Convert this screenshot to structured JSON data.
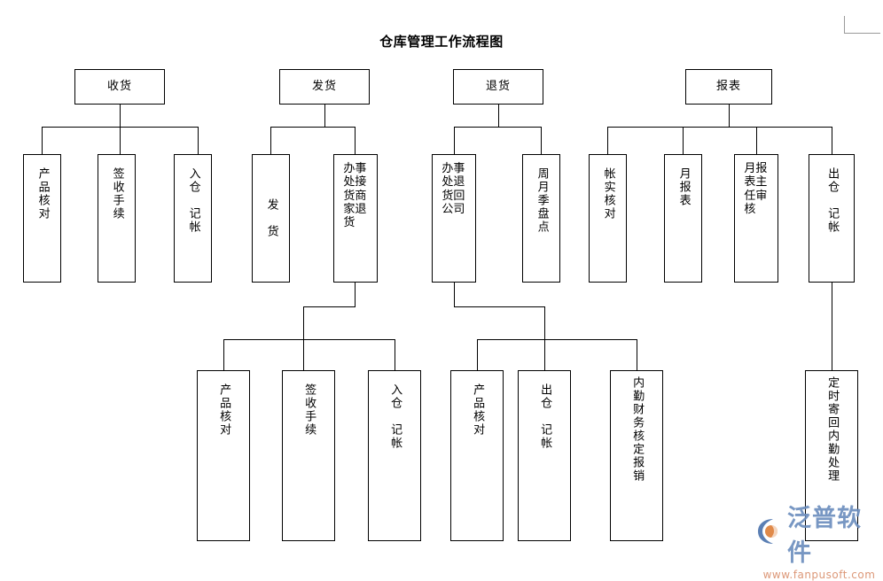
{
  "page": {
    "title": "仓库管理工作流程图",
    "background": "#ffffff",
    "line_color": "#000000",
    "corner_mark": "page-corner-mark"
  },
  "watermark": {
    "brand": "泛普软件",
    "url": "www.fanpusoft.com",
    "brand_color": "#6d8fbe",
    "url_color": "#d98d6a",
    "logo_icon": "fanpu-swirl-logo-icon"
  },
  "flowchart": {
    "type": "tree-diagram",
    "orientation": "top-down",
    "groups": [
      {
        "id": "receiving",
        "root": "收货",
        "children": [
          "产品核对",
          "签收手续",
          "入仓　记帐"
        ]
      },
      {
        "id": "shipping",
        "root": "发货",
        "children": [
          "发　货",
          "办事处接货商家退货"
        ],
        "sub_parent": "办事处接货商家退货",
        "sub_children": [
          "产品核对",
          "签收手续",
          "入仓　记帐"
        ]
      },
      {
        "id": "returns",
        "root": "退货",
        "children": [
          "办事处退货回公司",
          "周月季盘点"
        ],
        "sub_parent": "办事处退货回公司",
        "sub_children": [
          "产品核对",
          "出仓　记帐",
          "内勤财务核定报销"
        ]
      },
      {
        "id": "reports",
        "root": "报表",
        "children": [
          "帐实核对",
          "月报表",
          "月报表主任审核",
          "出仓　记帐"
        ],
        "sub_parent": "出仓　记帐",
        "sub_children": [
          "定时寄回内勤处理"
        ]
      }
    ],
    "nodes": {
      "r1": "收货",
      "r2": "发货",
      "r3": "退货",
      "r4": "报表",
      "a1": "产品核对",
      "a2": "签收手续",
      "a3": "入仓　记帐",
      "b1": "发　货",
      "b2": "办事处接货商家退货",
      "c1": "办事处退货回公司",
      "c2": "周月季盘点",
      "d1": "帐实核对",
      "d2": "月报表",
      "d3": "月报表主任审核",
      "d4": "出仓　记帐",
      "e1": "产品核对",
      "e2": "签收手续",
      "e3": "入仓　记帐",
      "f1": "产品核对",
      "f2": "出仓　记帐",
      "f3": "内勤财务核定报销",
      "g1": "定时寄回内勤处理"
    }
  }
}
